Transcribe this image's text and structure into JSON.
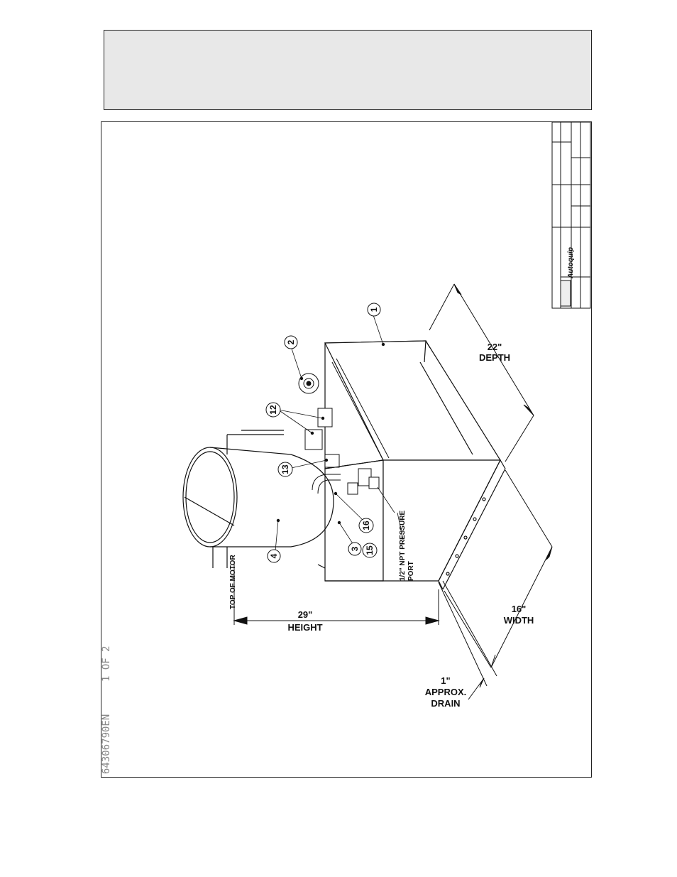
{
  "drawing": {
    "dimensions": {
      "depth_value": "22\"",
      "depth_label": "DEPTH",
      "width_value": "16\"",
      "width_label": "WIDTH",
      "height_value": "29\"",
      "height_label": "HEIGHT",
      "drain_value": "1\"",
      "drain_label_1": "APPROX.",
      "drain_label_2": "DRAIN"
    },
    "callouts": {
      "top_of_motor": "TOP OF MOTOR",
      "pressure_port_1": "1/2\" NPT PRESSURE",
      "pressure_port_2": "PORT"
    },
    "part_balloons": [
      "1",
      "2",
      "12",
      "13",
      "4",
      "16",
      "3",
      "15"
    ],
    "document_id": "64306790EN",
    "sheet": "1 OF 2"
  },
  "title_block": {
    "brand": "Autoquip"
  }
}
